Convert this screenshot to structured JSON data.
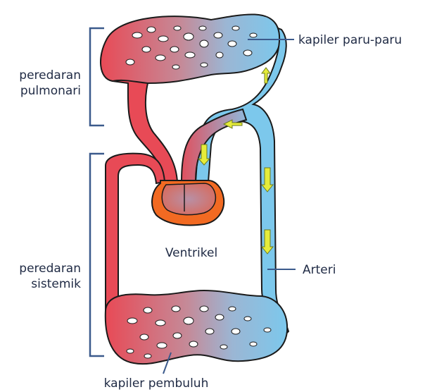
{
  "labels": {
    "pulmonary_line1": "peredaran",
    "pulmonary_line2": "pulmonari",
    "systemic_line1": "peredaran",
    "systemic_line2": "sistemik",
    "lung_capillaries": "kapiler paru-paru",
    "ventricle": "Ventrikel",
    "artery": "Arteri",
    "body_capillaries": "kapiler pembuluh"
  },
  "colors": {
    "oxygenated": "#e84a56",
    "deoxygenated": "#7cc8ec",
    "heart": "#f26a22",
    "flow_arrow": "#e6ec3a",
    "bracket": "#3b5a8c",
    "outline": "#1a1a1a"
  },
  "icons": {
    "flow_arrow": "flow-arrow-icon"
  }
}
